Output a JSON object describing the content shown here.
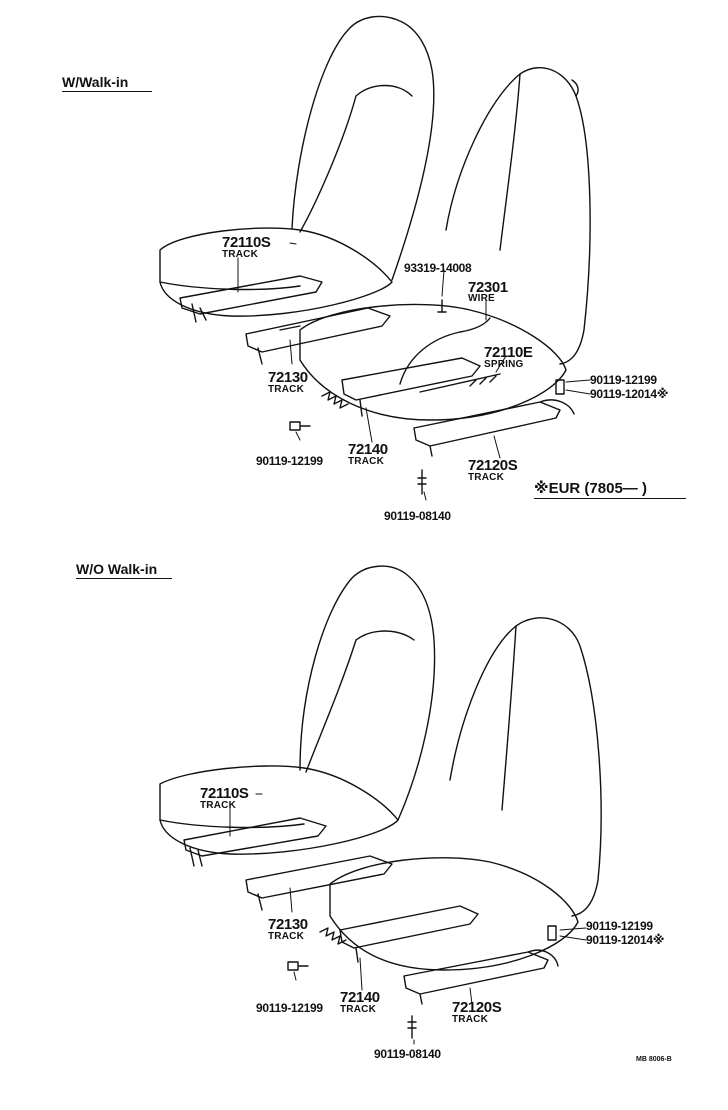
{
  "sections": {
    "upper_heading": "W/Walk-in",
    "lower_heading": "W/O Walk-in"
  },
  "upper": {
    "track_72110s": {
      "part_no": "72110S",
      "name": "TRACK"
    },
    "bolt_93319": {
      "part_no": "93319-14008"
    },
    "wire_72301": {
      "part_no": "72301",
      "name": "WIRE"
    },
    "spring_72110e": {
      "part_no": "72110E",
      "name": "SPRING"
    },
    "bolt_90119_12199_r": {
      "part_no": "90119-12199"
    },
    "bolt_90119_12014": {
      "part_no": "90119-12014",
      "mark": "※"
    },
    "track_72130": {
      "part_no": "72130",
      "name": "TRACK"
    },
    "bolt_90119_12199_l": {
      "part_no": "90119-12199"
    },
    "track_72140": {
      "part_no": "72140",
      "name": "TRACK"
    },
    "track_72120s": {
      "part_no": "72120S",
      "name": "TRACK"
    },
    "bolt_90119_08140": {
      "part_no": "90119-08140"
    }
  },
  "eur_note": "※EUR (7805—     )",
  "lower": {
    "track_72110s": {
      "part_no": "72110S",
      "name": "TRACK"
    },
    "bolt_90119_12199_r": {
      "part_no": "90119-12199"
    },
    "bolt_90119_12014": {
      "part_no": "90119-12014",
      "mark": "※"
    },
    "track_72130": {
      "part_no": "72130",
      "name": "TRACK"
    },
    "bolt_90119_12199_l": {
      "part_no": "90119-12199"
    },
    "track_72140": {
      "part_no": "72140",
      "name": "TRACK"
    },
    "track_72120s": {
      "part_no": "72120S",
      "name": "TRACK"
    },
    "bolt_90119_08140": {
      "part_no": "90119-08140"
    }
  },
  "figure_code": "MB 8006-B"
}
